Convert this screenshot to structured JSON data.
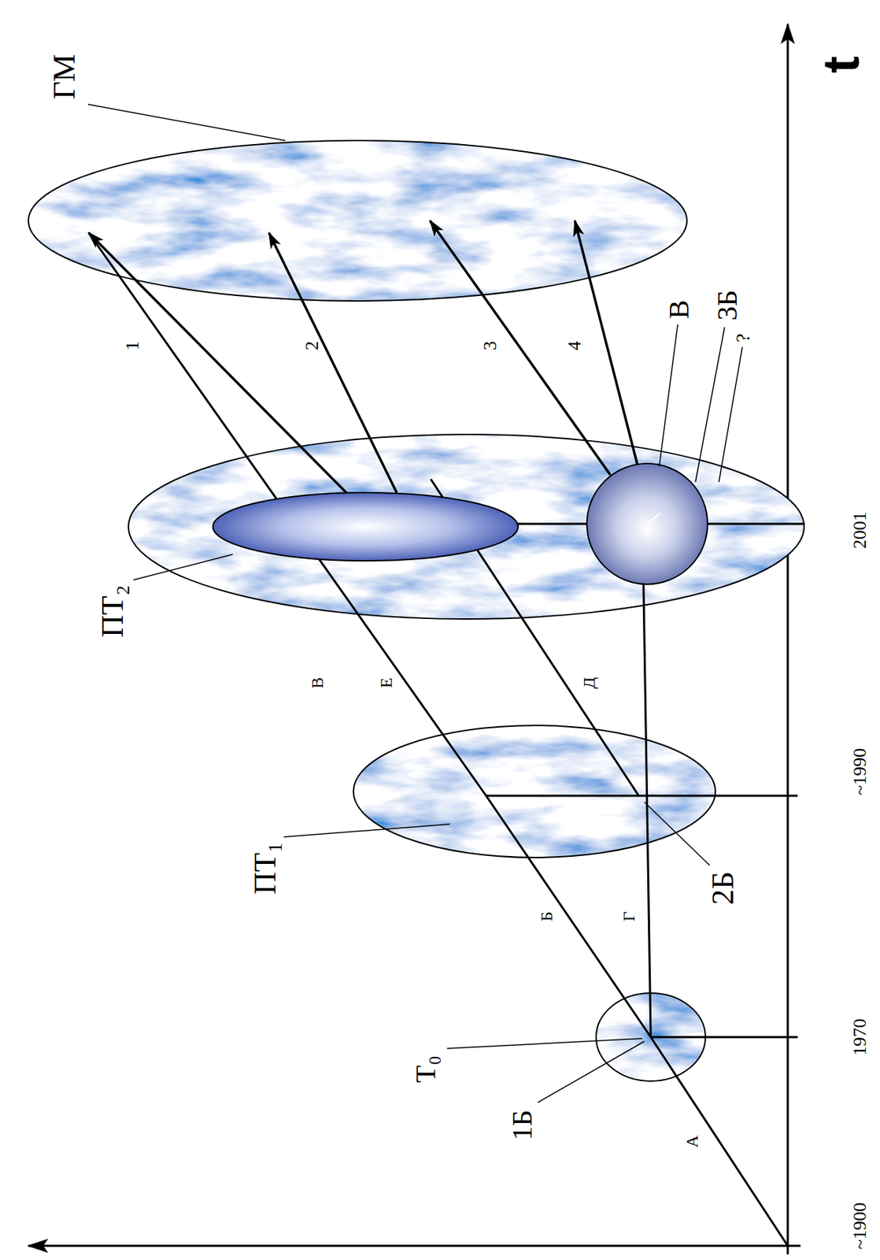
{
  "diagram": {
    "labels": [
      "ГМ",
      "ПТ₂",
      "ПТ₁",
      "Т₀",
      "1Б",
      "2Б",
      "В",
      "3Б",
      "?",
      "1",
      "2",
      "3",
      "4",
      "А",
      "Б",
      "Г",
      "В",
      "Е",
      "Д",
      "~1900",
      "1970",
      "~1990",
      "2001",
      "t"
    ]
  }
}
